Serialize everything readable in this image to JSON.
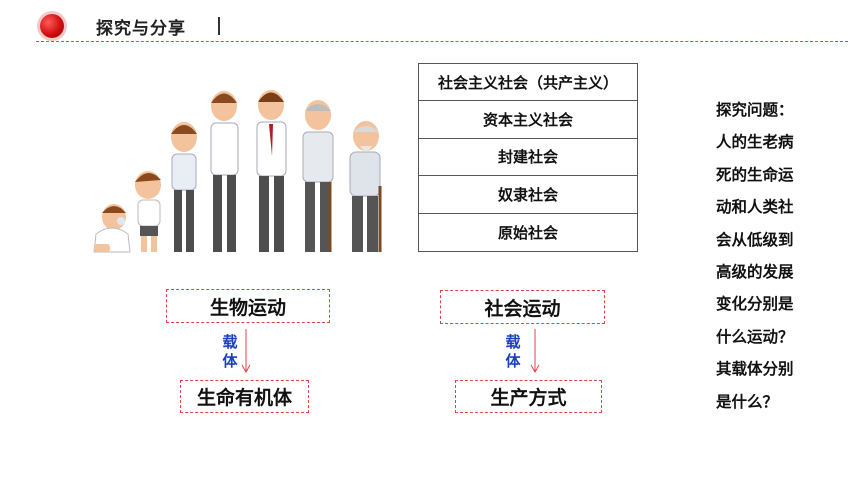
{
  "header": {
    "title": "探究与分享"
  },
  "stages": [
    "社会主义社会（共产主义）",
    "资本主义社会",
    "封建社会",
    "奴隶社会",
    "原始社会"
  ],
  "question": {
    "lines": [
      "探究问题：",
      "人的生老病",
      "死的生命运",
      "动和人类社",
      "会从低级到",
      "高级的发展",
      "变化分别是",
      "什么运动？",
      "其载体分别",
      "是什么？"
    ]
  },
  "biological": {
    "motion": "生物运动",
    "carrier_label": "载体",
    "carrier": "生命有机体"
  },
  "social": {
    "motion": "社会运动",
    "carrier_label": "载体",
    "carrier": "生产方式"
  },
  "colors": {
    "accent_red": "#d84a4a",
    "carrier_blue": "#1a3fbf"
  }
}
